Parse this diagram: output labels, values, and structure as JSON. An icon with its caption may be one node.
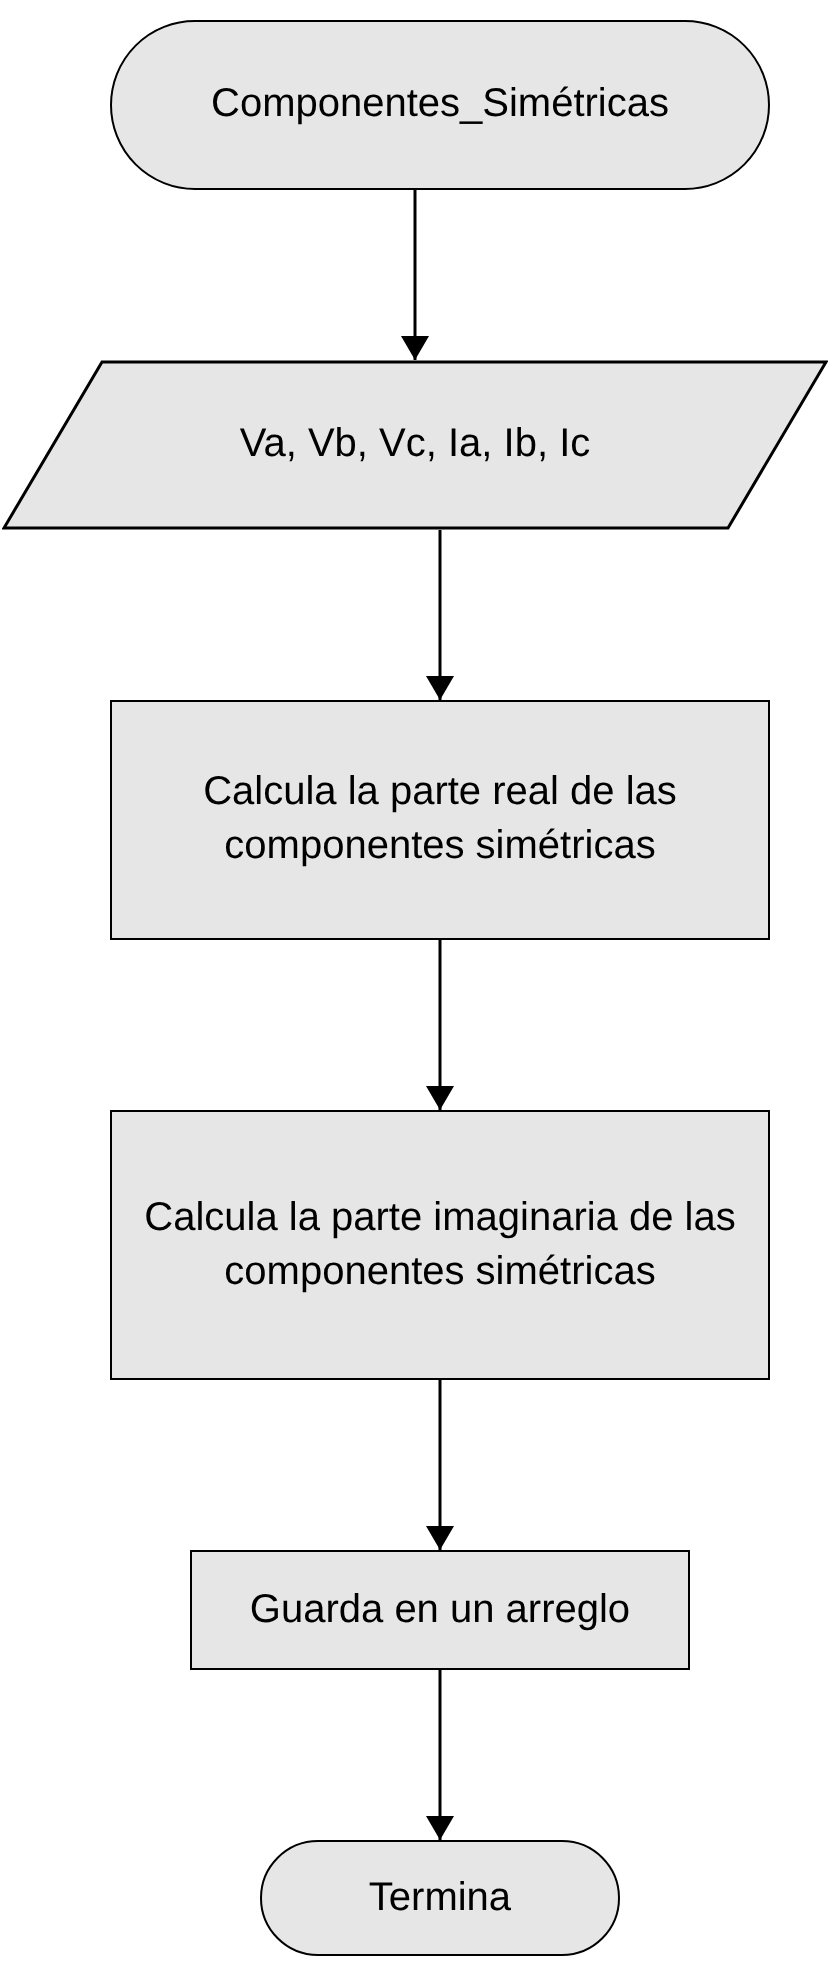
{
  "diagram": {
    "nodes": [
      {
        "text": [
          "Componentes_Simétricas"
        ]
      },
      {
        "text": [
          "Va, Vb, Vc, Ia, Ib, Ic"
        ]
      },
      {
        "text": [
          "Calcula la parte real de las componentes simétricas"
        ]
      },
      {
        "text": [
          "Calcula la parte imaginaria de las componentes simétricas"
        ]
      },
      {
        "text": [
          "Guarda en un arreglo"
        ]
      },
      {
        "text": [
          "Termina"
        ]
      }
    ],
    "edges": [
      {
        "from": 0,
        "to": 1,
        "arrow": "to"
      },
      {
        "from": 1,
        "to": 2,
        "arrow": "to"
      },
      {
        "from": 2,
        "to": 3,
        "arrow": "to"
      },
      {
        "from": 3,
        "to": 4,
        "arrow": "to"
      },
      {
        "from": 4,
        "to": 5,
        "arrow": "to"
      }
    ]
  }
}
